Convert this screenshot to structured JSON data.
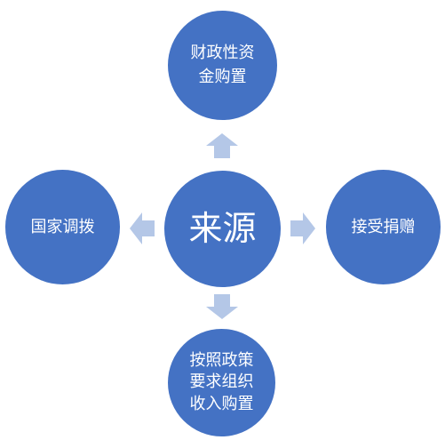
{
  "diagram": {
    "center": {
      "label": "来源"
    },
    "nodes": [
      {
        "id": "top",
        "label": "财政性资\n金购置"
      },
      {
        "id": "left",
        "label": "国家调拨"
      },
      {
        "id": "right",
        "label": "接受捐赠"
      },
      {
        "id": "bottom",
        "label": "按照政策\n要求组织\n收入购置"
      }
    ],
    "colors": {
      "node_fill": "#4472c4",
      "node_text": "#ffffff",
      "arrow_fill": "#b4c7e7"
    },
    "icons": [
      "arrow-up-icon",
      "arrow-left-icon",
      "arrow-right-icon",
      "arrow-down-icon"
    ]
  }
}
